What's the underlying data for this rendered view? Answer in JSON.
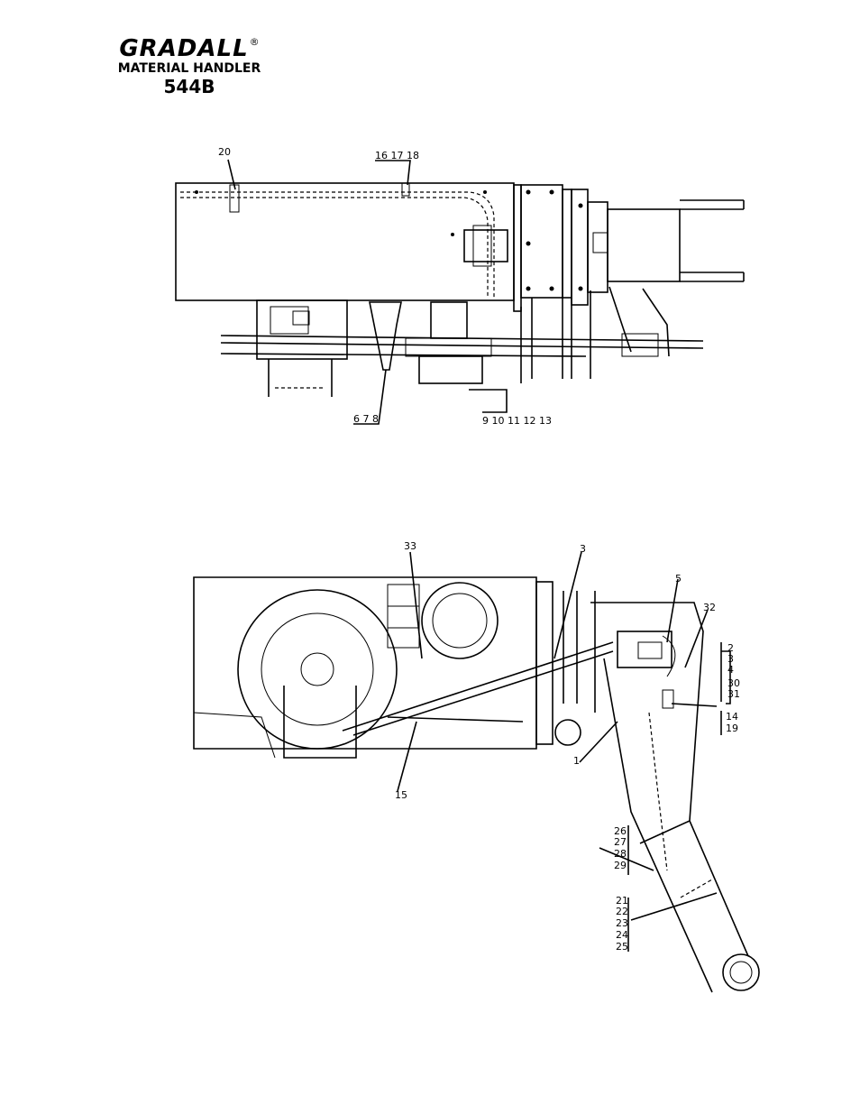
{
  "header": {
    "logo_text": "GRADALL",
    "registered_mark": "®",
    "subtitle": "MATERIAL HANDLER",
    "model": "544B"
  },
  "top_view_callouts": {
    "c20": "20",
    "c16_17_18": "16  17  18",
    "c6_7_8": "6  7  8",
    "c9_13": "9  10  11  12  13"
  },
  "side_view_callouts": {
    "c33": "33",
    "c3": "3",
    "c5": "5",
    "c32": "32",
    "c15": "15",
    "c1": "1",
    "group_2": [
      "2",
      "3",
      "4",
      "30",
      "31"
    ],
    "group_14": [
      "14",
      "19"
    ],
    "group_26": [
      "26",
      "27",
      "28",
      "29"
    ],
    "group_21": [
      "21",
      "22",
      "23",
      "24",
      "25"
    ]
  }
}
